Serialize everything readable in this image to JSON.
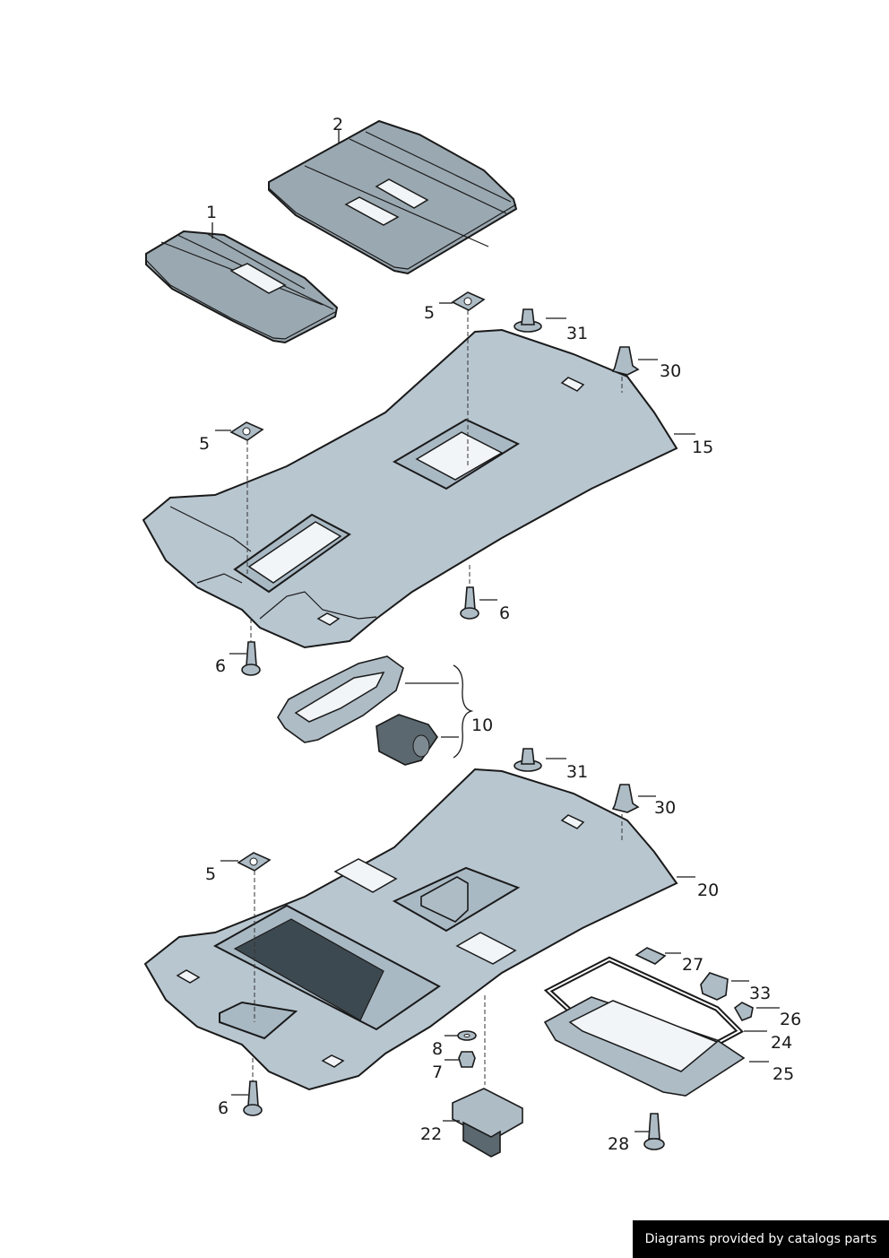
{
  "labels": {
    "l1": "1",
    "l2": "2",
    "l5a": "5",
    "l31a": "31",
    "l30a": "30",
    "l5b": "5",
    "l15": "15",
    "l6a": "6",
    "l6b": "6",
    "l10": "10",
    "l31b": "31",
    "l30b": "30",
    "l5c": "5",
    "l20": "20",
    "l27": "27",
    "l33": "33",
    "l26": "26",
    "l24": "24",
    "l25": "25",
    "l8": "8",
    "l7": "7",
    "l6c": "6",
    "l22": "22",
    "l28": "28"
  },
  "footer": {
    "text": "Diagrams provided by catalogs parts"
  }
}
